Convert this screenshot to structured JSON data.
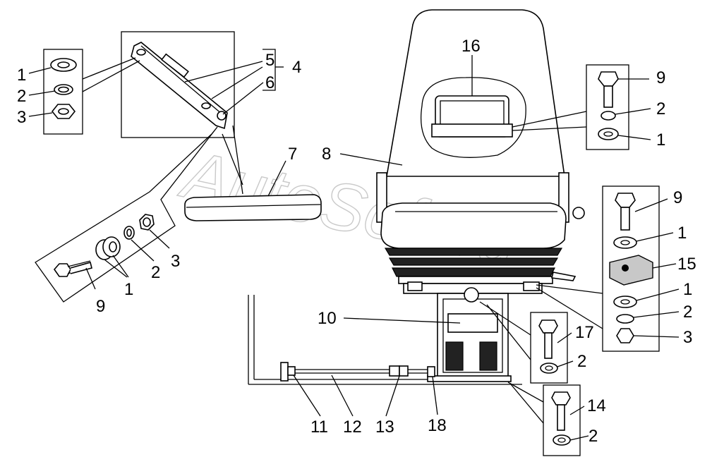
{
  "watermark": "AutoSoft.ru",
  "callouts": [
    {
      "id": "c1a",
      "text": "1"
    },
    {
      "id": "c2a",
      "text": "2"
    },
    {
      "id": "c3a",
      "text": "3"
    },
    {
      "id": "c5",
      "text": "5"
    },
    {
      "id": "c6",
      "text": "6"
    },
    {
      "id": "c4",
      "text": "4"
    },
    {
      "id": "c7",
      "text": "7"
    },
    {
      "id": "c8",
      "text": "8"
    },
    {
      "id": "c16",
      "text": "16"
    },
    {
      "id": "c9a",
      "text": "9"
    },
    {
      "id": "c2b",
      "text": "2"
    },
    {
      "id": "c1b",
      "text": "1"
    },
    {
      "id": "c9b",
      "text": "9"
    },
    {
      "id": "c1c",
      "text": "1"
    },
    {
      "id": "c15",
      "text": "15"
    },
    {
      "id": "c1d",
      "text": "1"
    },
    {
      "id": "c2c",
      "text": "2"
    },
    {
      "id": "c3b",
      "text": "3"
    },
    {
      "id": "c17",
      "text": "17"
    },
    {
      "id": "c2d",
      "text": "2"
    },
    {
      "id": "c10",
      "text": "10"
    },
    {
      "id": "c14",
      "text": "14"
    },
    {
      "id": "c2e",
      "text": "2"
    },
    {
      "id": "c3c",
      "text": "3"
    },
    {
      "id": "c2f",
      "text": "2"
    },
    {
      "id": "c1e",
      "text": "1"
    },
    {
      "id": "c9c",
      "text": "9"
    },
    {
      "id": "c11",
      "text": "11"
    },
    {
      "id": "c12",
      "text": "12"
    },
    {
      "id": "c13",
      "text": "13"
    },
    {
      "id": "c18",
      "text": "18"
    }
  ]
}
